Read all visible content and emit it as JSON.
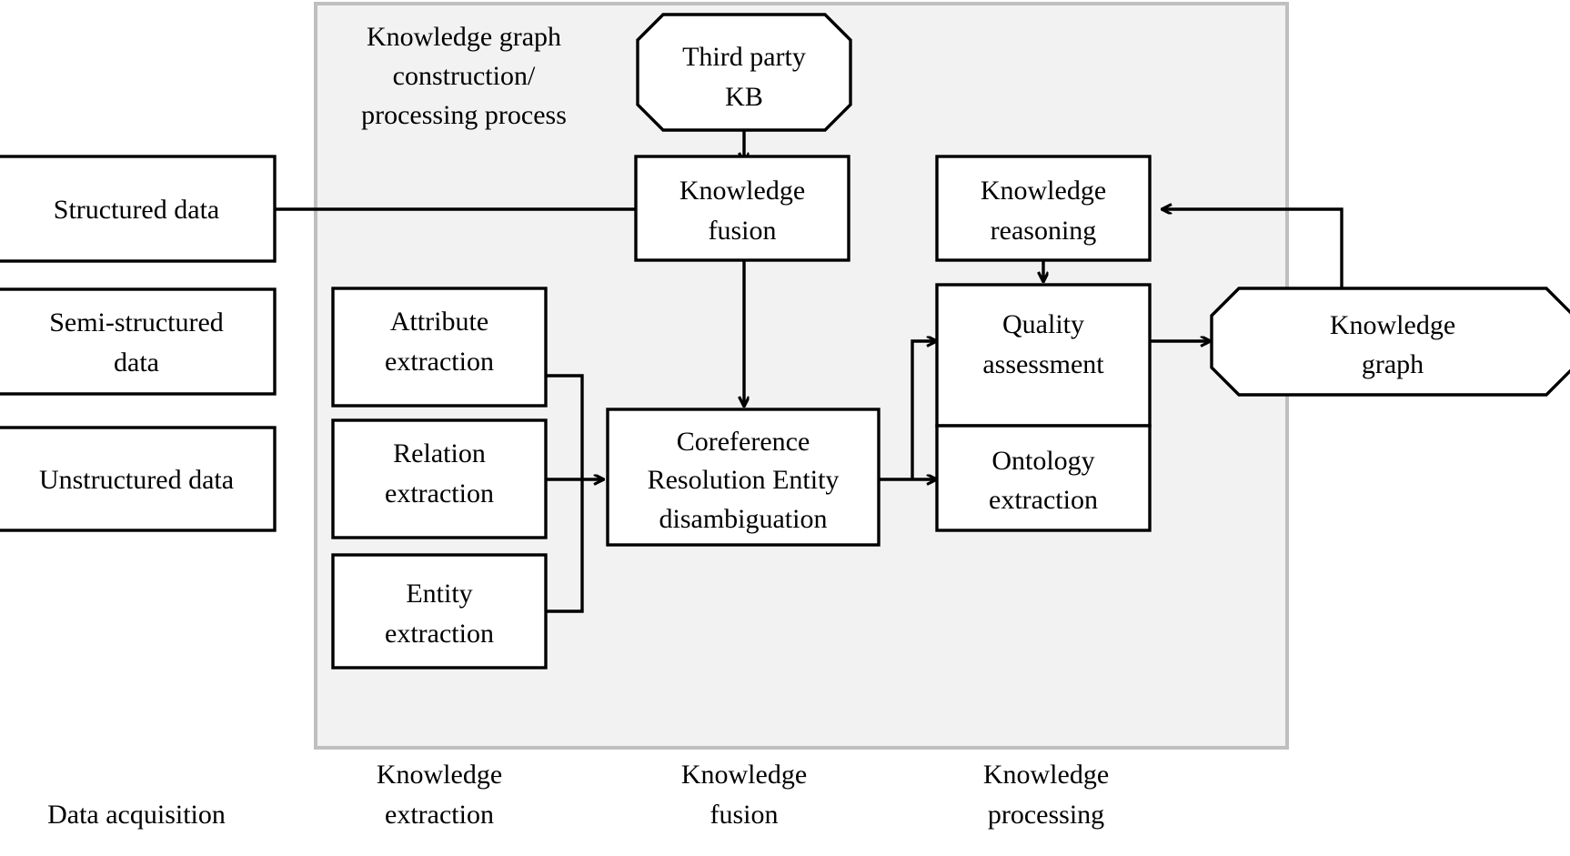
{
  "panel": {
    "title_lines": [
      "Knowledge graph",
      "construction/",
      "processing process"
    ],
    "bg_color": "#f2f2f2",
    "border_color": "#bfbfbf"
  },
  "nodes": {
    "structured_data": {
      "lines": [
        "Structured data"
      ],
      "shape": "rect"
    },
    "semi_structured_data": {
      "lines": [
        "Semi-structured",
        "data"
      ],
      "shape": "rect"
    },
    "unstructured_data": {
      "lines": [
        "Unstructured data"
      ],
      "shape": "rect"
    },
    "attribute_extraction": {
      "lines": [
        "Attribute",
        "extraction"
      ],
      "shape": "rect"
    },
    "relation_extraction": {
      "lines": [
        "Relation",
        "extraction"
      ],
      "shape": "rect"
    },
    "entity_extraction": {
      "lines": [
        "Entity",
        "extraction"
      ],
      "shape": "rect"
    },
    "third_party_kb": {
      "lines": [
        "Third party",
        "KB"
      ],
      "shape": "octagon"
    },
    "knowledge_fusion": {
      "lines": [
        "Knowledge",
        "fusion"
      ],
      "shape": "rect"
    },
    "coreference_resolution": {
      "lines": [
        "Coreference",
        "Resolution Entity",
        "disambiguation"
      ],
      "shape": "rect"
    },
    "knowledge_reasoning": {
      "lines": [
        "Knowledge",
        "reasoning"
      ],
      "shape": "rect"
    },
    "quality_assessment": {
      "lines": [
        "Quality",
        "assessment"
      ],
      "shape": "rect"
    },
    "ontology_extraction": {
      "lines": [
        "Ontology",
        "extraction"
      ],
      "shape": "rect"
    },
    "knowledge_graph": {
      "lines": [
        "Knowledge",
        "graph"
      ],
      "shape": "octagon"
    }
  },
  "stage_labels": [
    {
      "id": "data-acquisition",
      "lines": [
        "Data acquisition"
      ]
    },
    {
      "id": "knowledge-extraction",
      "lines": [
        "Knowledge",
        "extraction"
      ]
    },
    {
      "id": "knowledge-fusion",
      "lines": [
        "Knowledge",
        "fusion"
      ]
    },
    {
      "id": "knowledge-processing",
      "lines": [
        "Knowledge",
        "processing"
      ]
    }
  ],
  "colors": {
    "stroke": "#000000",
    "node_fill": "#ffffff",
    "panel_fill": "#f2f2f2",
    "panel_stroke": "#bfbfbf"
  }
}
